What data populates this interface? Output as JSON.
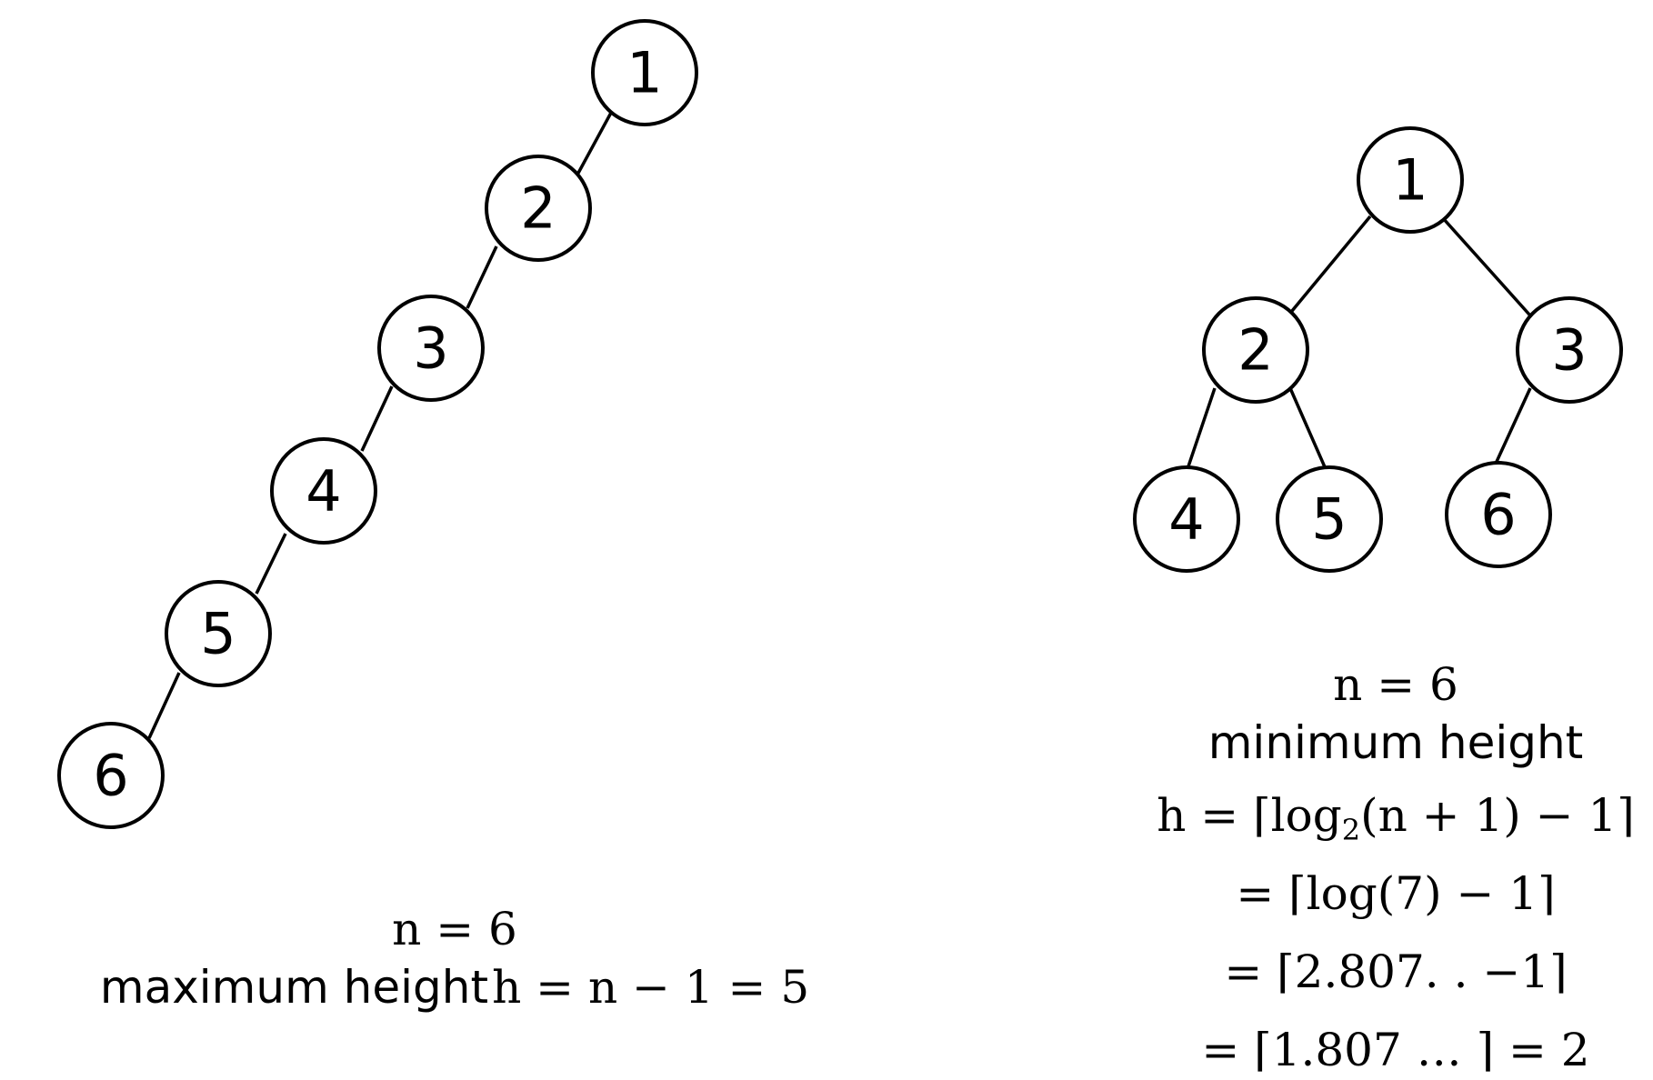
{
  "left_tree": {
    "nodes": [
      "1",
      "2",
      "3",
      "4",
      "5",
      "6"
    ],
    "caption": {
      "n_line": "n = 6",
      "label": "maximum height",
      "formula": "h  =  n − 1 = 5"
    }
  },
  "right_tree": {
    "nodes": [
      "1",
      "2",
      "3",
      "4",
      "5",
      "6"
    ],
    "caption": {
      "n_line": "n = 6",
      "label": "minimum height",
      "line1_prefix": "h = ⌈log",
      "line1_sub": "2",
      "line1_suffix": "(n + 1) − 1⌉",
      "line2": "= ⌈log(7) − 1⌉",
      "line3": "= ⌈2.807. . −1⌉",
      "line4": "= ⌈1.807 … ⌉ = 2"
    }
  }
}
